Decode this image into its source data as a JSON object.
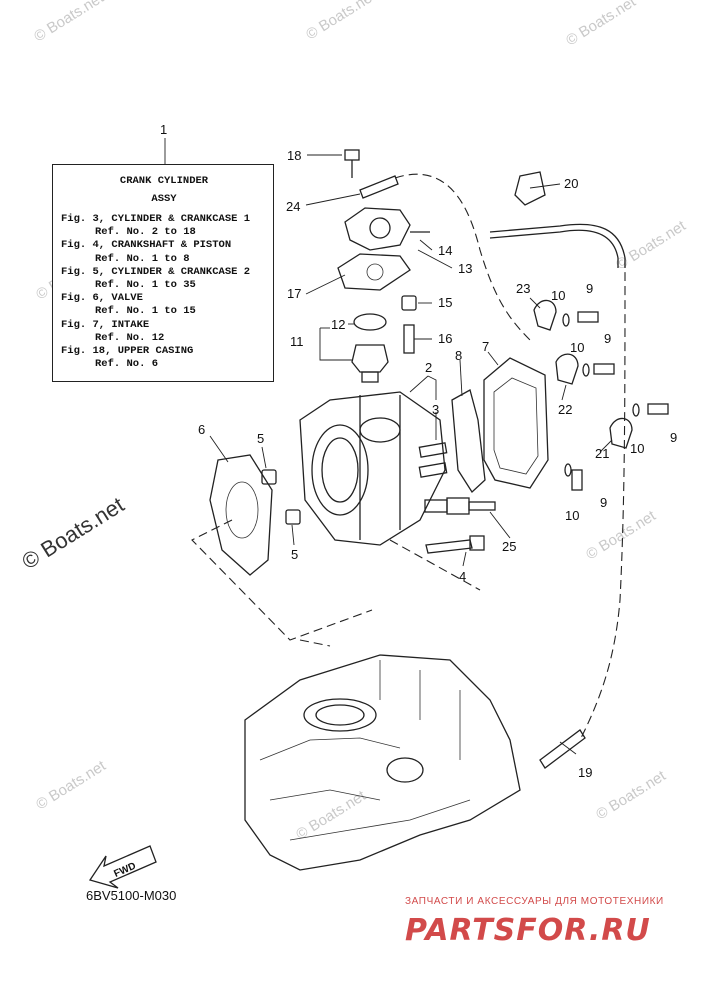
{
  "callouts": {
    "n1": "1",
    "n2": "2",
    "n3": "3",
    "n4": "4",
    "n5a": "5",
    "n5b": "5",
    "n6": "6",
    "n7": "7",
    "n8": "8",
    "n9a": "9",
    "n9b": "9",
    "n9c": "9",
    "n9d": "9",
    "n10a": "10",
    "n10b": "10",
    "n10c": "10",
    "n10d": "10",
    "n11": "11",
    "n12": "12",
    "n13": "13",
    "n14": "14",
    "n15": "15",
    "n16": "16",
    "n17": "17",
    "n18": "18",
    "n19": "19",
    "n20": "20",
    "n21": "21",
    "n22": "22",
    "n23": "23",
    "n24": "24",
    "n25": "25"
  },
  "legend": {
    "title_line1": "CRANK CYLINDER",
    "title_line2": "ASSY",
    "rows": [
      {
        "fig": "Fig. 3, CYLINDER & CRANKCASE 1",
        "ref": "Ref. No. 2 to 18"
      },
      {
        "fig": "Fig. 4, CRANKSHAFT & PISTON",
        "ref": "Ref. No. 1 to 8"
      },
      {
        "fig": "Fig. 5, CYLINDER & CRANKCASE 2",
        "ref": "Ref. No. 1 to 35"
      },
      {
        "fig": "Fig. 6, VALVE",
        "ref": "Ref. No. 1 to 15"
      },
      {
        "fig": "Fig. 7, INTAKE",
        "ref": "Ref. No. 12"
      },
      {
        "fig": "Fig. 18, UPPER CASING",
        "ref": "Ref. No. 6"
      }
    ]
  },
  "fwd_label": "FWD",
  "diagram_code": "6BV5100-M030",
  "watermarks": {
    "text": "© Boats.net",
    "side_text": "© Boats.net"
  },
  "shop": {
    "tagline": "ЗАПЧАСТИ И АКСЕССУАРЫ ДЛЯ МОТОТЕХНИКИ",
    "logo_text": "PARTSFOR.RU",
    "color": "#d24a4a"
  }
}
